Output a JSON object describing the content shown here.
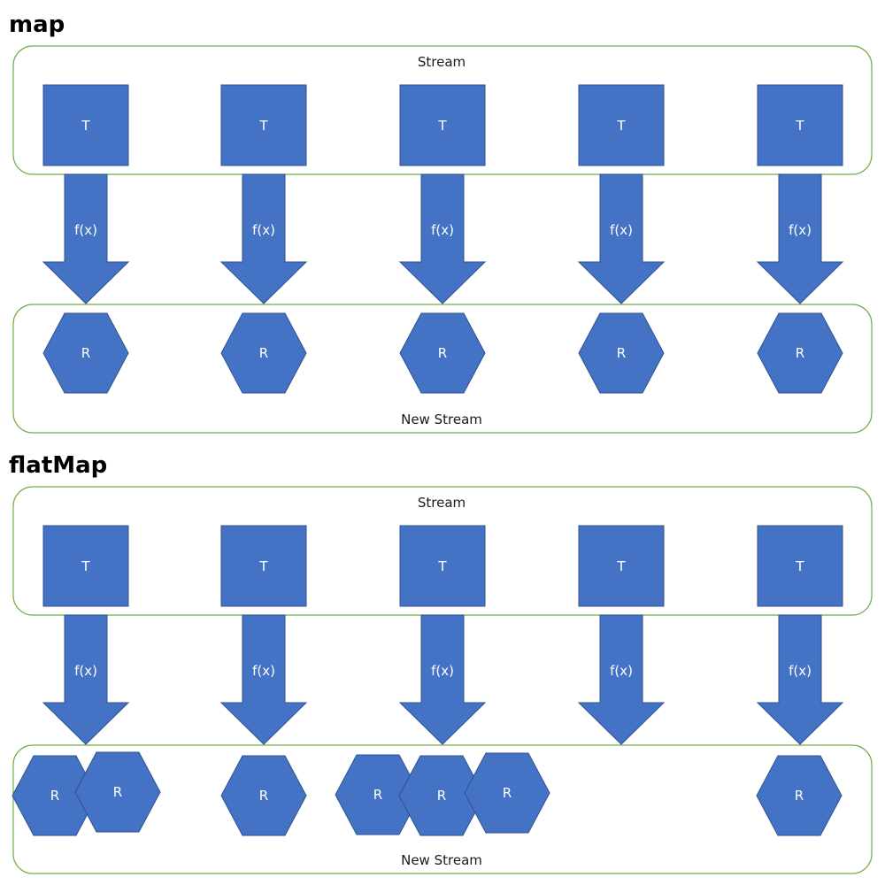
{
  "colors": {
    "shape_fill": "#4472c4",
    "shape_stroke": "#2f528f",
    "container_stroke": "#70ad47"
  },
  "sections": [
    {
      "title": "map",
      "input_stream_label": "Stream",
      "output_stream_label": "New Stream",
      "inputs": [
        "T",
        "T",
        "T",
        "T",
        "T"
      ],
      "functions": [
        "f(x)",
        "f(x)",
        "f(x)",
        "f(x)",
        "f(x)"
      ],
      "outputs": [
        [
          "R"
        ],
        [
          "R"
        ],
        [
          "R"
        ],
        [
          "R"
        ],
        [
          "R"
        ]
      ]
    },
    {
      "title": "flatMap",
      "input_stream_label": "Stream",
      "output_stream_label": "New Stream",
      "inputs": [
        "T",
        "T",
        "T",
        "T",
        "T"
      ],
      "functions": [
        "f(x)",
        "f(x)",
        "f(x)",
        "f(x)",
        "f(x)"
      ],
      "outputs": [
        [
          "R",
          "R"
        ],
        [
          "R"
        ],
        [
          "R",
          "R",
          "R"
        ],
        [],
        [
          "R"
        ]
      ]
    }
  ]
}
